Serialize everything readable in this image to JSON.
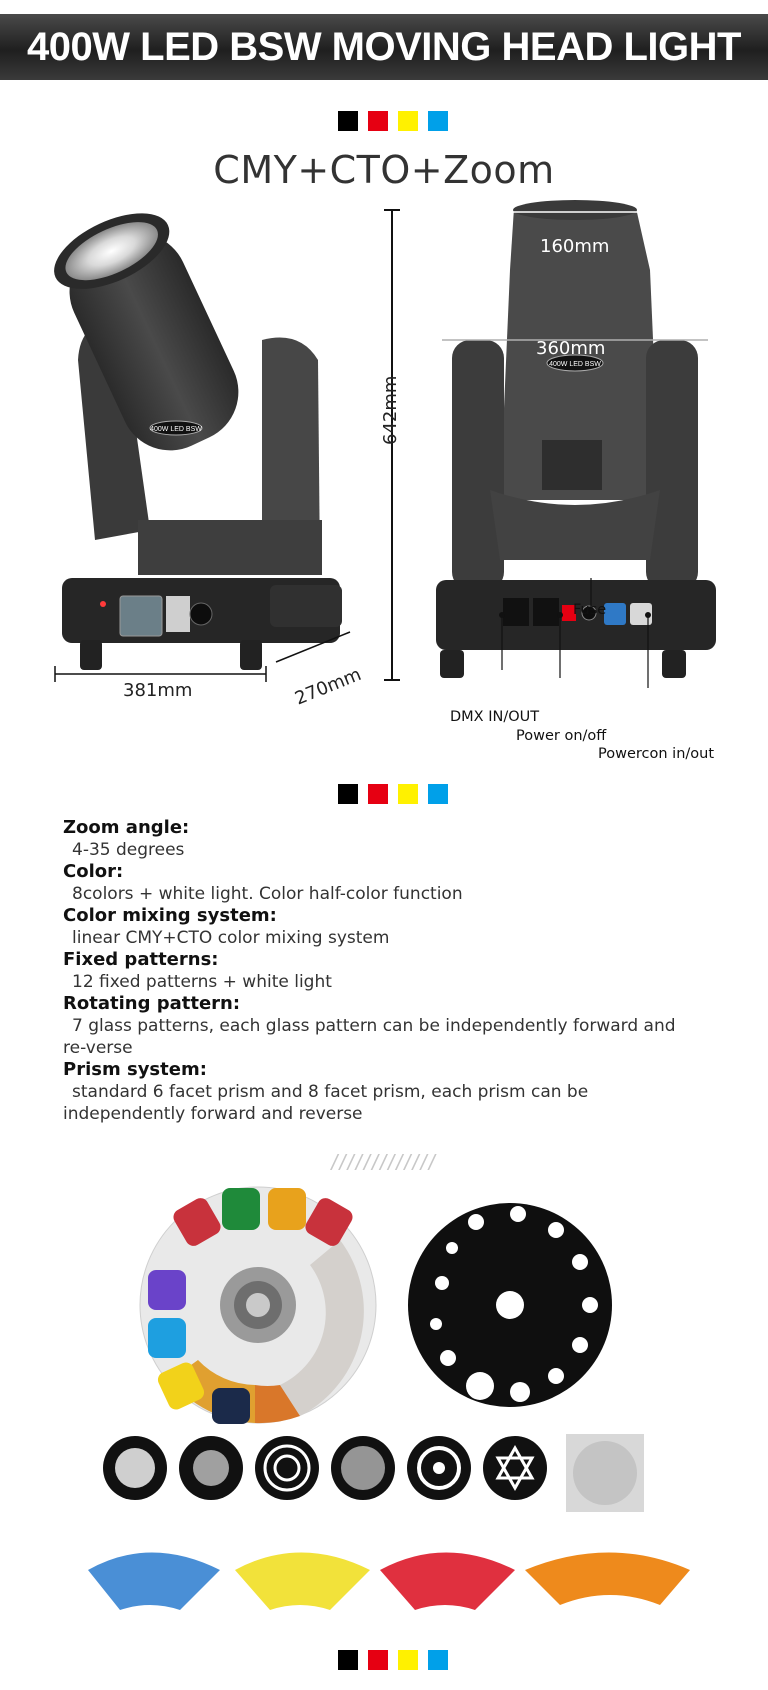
{
  "banner": {
    "title": "400W LED BSW MOVING HEAD LIGHT"
  },
  "swatch_colors": [
    "#000000",
    "#e60012",
    "#fff100",
    "#00a0e9"
  ],
  "subtitle": "CMY+CTO+Zoom",
  "product": {
    "badge_text": "400W LED BSW",
    "dimensions": {
      "height": "642mm",
      "width": "381mm",
      "depth": "270mm",
      "head_diameter": "160mm",
      "yoke_width": "360mm"
    },
    "callouts": {
      "fuse": "Fuse",
      "dmx": "DMX IN/OUT",
      "power_switch": "Power on/off",
      "powercon": "Powercon in/out"
    }
  },
  "specs": [
    {
      "label": "Zoom angle:",
      "value": "4-35 degrees"
    },
    {
      "label": "Color:",
      "value": "8colors + white light. Color half-color function"
    },
    {
      "label": "Color mixing system:",
      "value": "linear CMY+CTO color mixing system"
    },
    {
      "label": "Fixed patterns:",
      "value": "12 fixed patterns + white light"
    },
    {
      "label": "Rotating pattern:",
      "value": "7 glass patterns, each glass pattern can be independently forward and re-verse"
    },
    {
      "label": "Prism system:",
      "value": "standard 6 facet prism and 8 facet prism, each prism can be independently forward and reverse"
    }
  ],
  "divider": "/////////////"
}
